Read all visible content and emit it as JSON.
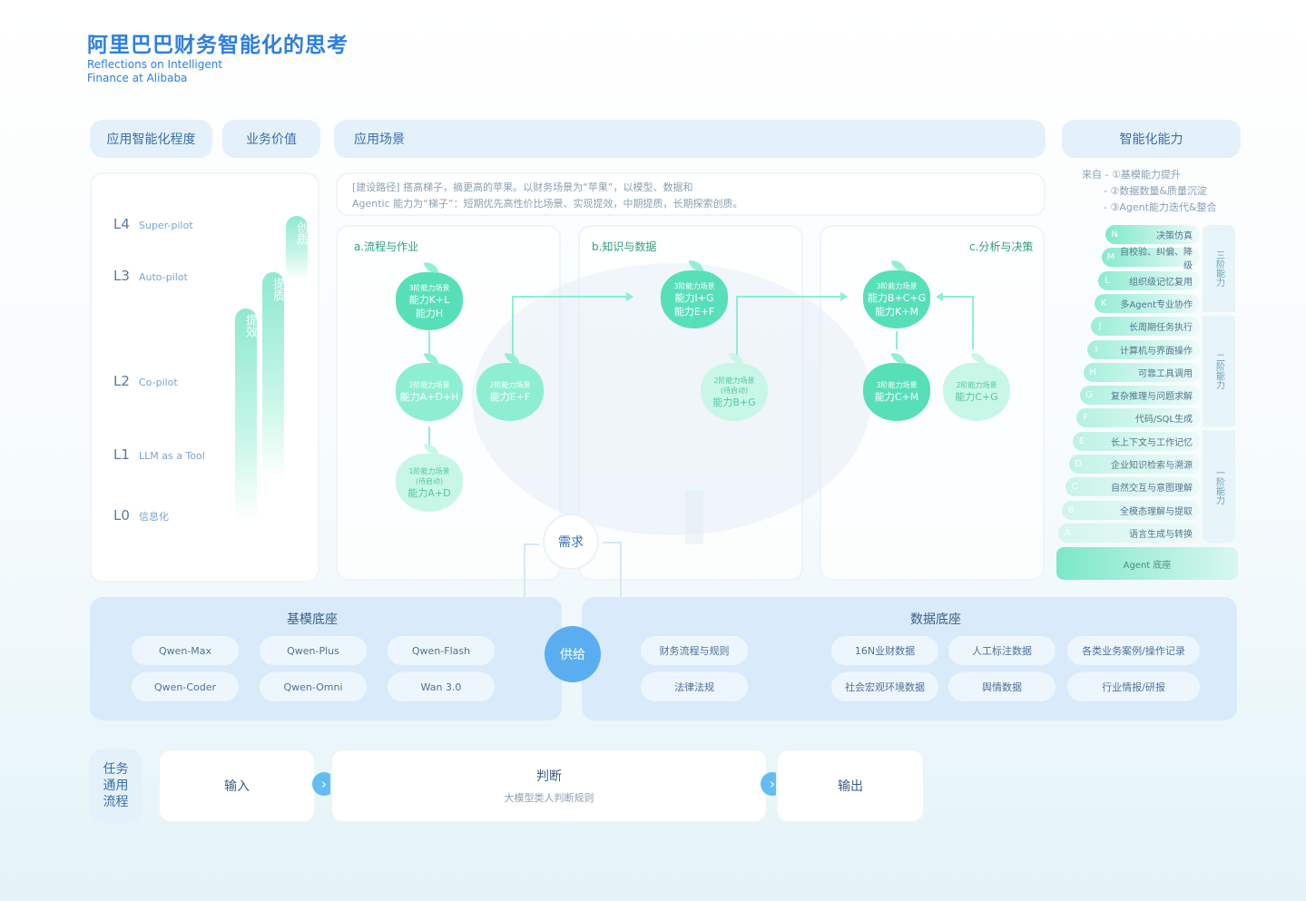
{
  "header": {
    "title": "阿里巴巴财务智能化的思考",
    "subtitle_line1": "Reflections on Intelligent",
    "subtitle_line2": "Finance at Alibaba"
  },
  "columns": {
    "intelligence_level": "应用智能化程度",
    "business_value": "业务价值",
    "scenarios": "应用场景",
    "capabilities": "智能化能力"
  },
  "levels": [
    {
      "code": "L4",
      "name": "Super-pilot"
    },
    {
      "code": "L3",
      "name": "Auto-pilot"
    },
    {
      "code": "L2",
      "name": "Co-pilot"
    },
    {
      "code": "L1",
      "name": "LLM as a Tool"
    },
    {
      "code": "L0",
      "name": "信息化"
    }
  ],
  "value_bars": [
    "创质",
    "提质",
    "提效"
  ],
  "scenario_note": {
    "line1": "[建设路径] 搭高梯子，摘更高的苹果。以财务场景为“苹果”，以模型、数据和",
    "line2": "Agentic 能力为“梯子”：短期优先高性价比场景、实现提效，中期提质，长期探索创质。"
  },
  "scenes": {
    "a": {
      "title": "a.流程与作业",
      "apples": [
        {
          "stage": "3阶能力场景",
          "cap1": "能力K+L",
          "cap2": "能力H"
        },
        {
          "stage": "2阶能力场景",
          "cap1": "能力A+D+H",
          "cap2": ""
        },
        {
          "stage": "2阶能力场景",
          "cap1": "能力E+F",
          "cap2": ""
        },
        {
          "stage": "1阶能力场景",
          "sub": "(待启动)",
          "cap1": "能力A+D"
        }
      ]
    },
    "b": {
      "title": "b.知识与数据",
      "apples": [
        {
          "stage": "3阶能力场景",
          "cap1": "能力I+G",
          "cap2": "能力E+F"
        },
        {
          "stage": "2阶能力场景",
          "sub": "(待启动)",
          "cap1": "能力B+G"
        }
      ]
    },
    "c": {
      "title": "c.分析与决策",
      "apples": [
        {
          "stage": "3阶能力场景",
          "cap1": "能力B+C+G",
          "cap2": "能力K+M"
        },
        {
          "stage": "3阶能力场景",
          "cap1": "能力C+M",
          "cap2": ""
        },
        {
          "stage": "2阶能力场景",
          "cap1": "能力C+G",
          "cap2": ""
        }
      ]
    }
  },
  "demand": "需求",
  "supply": "供给",
  "model_base": {
    "title": "基模底座",
    "models": [
      "Qwen-Max",
      "Qwen-Plus",
      "Qwen-Flash",
      "Qwen-Coder",
      "Qwen-Omni",
      "Wan 3.0"
    ]
  },
  "data_base": {
    "title": "数据底座",
    "items": [
      "财务流程与规则",
      "16N业财数据",
      "人工标注数据",
      "各类业务案例/操作记录",
      "法律法规",
      "社会宏观环境数据",
      "舆情数据",
      "行业情报/研报"
    ]
  },
  "sources": {
    "line1": "来自 - ①基模能力提升",
    "line2": "- ②数据数量&质量沉淀",
    "line3": "- ③Agent能力迭代&整合"
  },
  "capabilities": [
    {
      "letter": "N",
      "name": "决策仿真"
    },
    {
      "letter": "M",
      "name": "自校验、纠偏、降级"
    },
    {
      "letter": "L",
      "name": "组织级记忆复用"
    },
    {
      "letter": "K",
      "name": "多Agent专业协作"
    },
    {
      "letter": "J",
      "name": "长周期任务执行"
    },
    {
      "letter": "I",
      "name": "计算机与界面操作"
    },
    {
      "letter": "H",
      "name": "可靠工具调用"
    },
    {
      "letter": "G",
      "name": "复杂推理与问题求解"
    },
    {
      "letter": "F",
      "name": "代码/SQL生成"
    },
    {
      "letter": "E",
      "name": "长上下文与工作记忆"
    },
    {
      "letter": "D",
      "name": "企业知识检索与溯源"
    },
    {
      "letter": "C",
      "name": "自然交互与意图理解"
    },
    {
      "letter": "B",
      "name": "全模态理解与提取"
    },
    {
      "letter": "A",
      "name": "语言生成与转换"
    }
  ],
  "tiers": [
    "三阶能力",
    "二阶能力",
    "一阶能力"
  ],
  "agent_base": "Agent 底座",
  "task_flow": {
    "label": "任务通用流程",
    "input": "输入",
    "judge": "判断",
    "judge_sub": "大模型类人判断规则",
    "output": "输出"
  },
  "colors": {
    "brand_blue": "#2d7fe0",
    "apple_dark": "#57e0b7",
    "apple_light": "#c8f7e8",
    "supply_blue": "#5aaef0"
  }
}
